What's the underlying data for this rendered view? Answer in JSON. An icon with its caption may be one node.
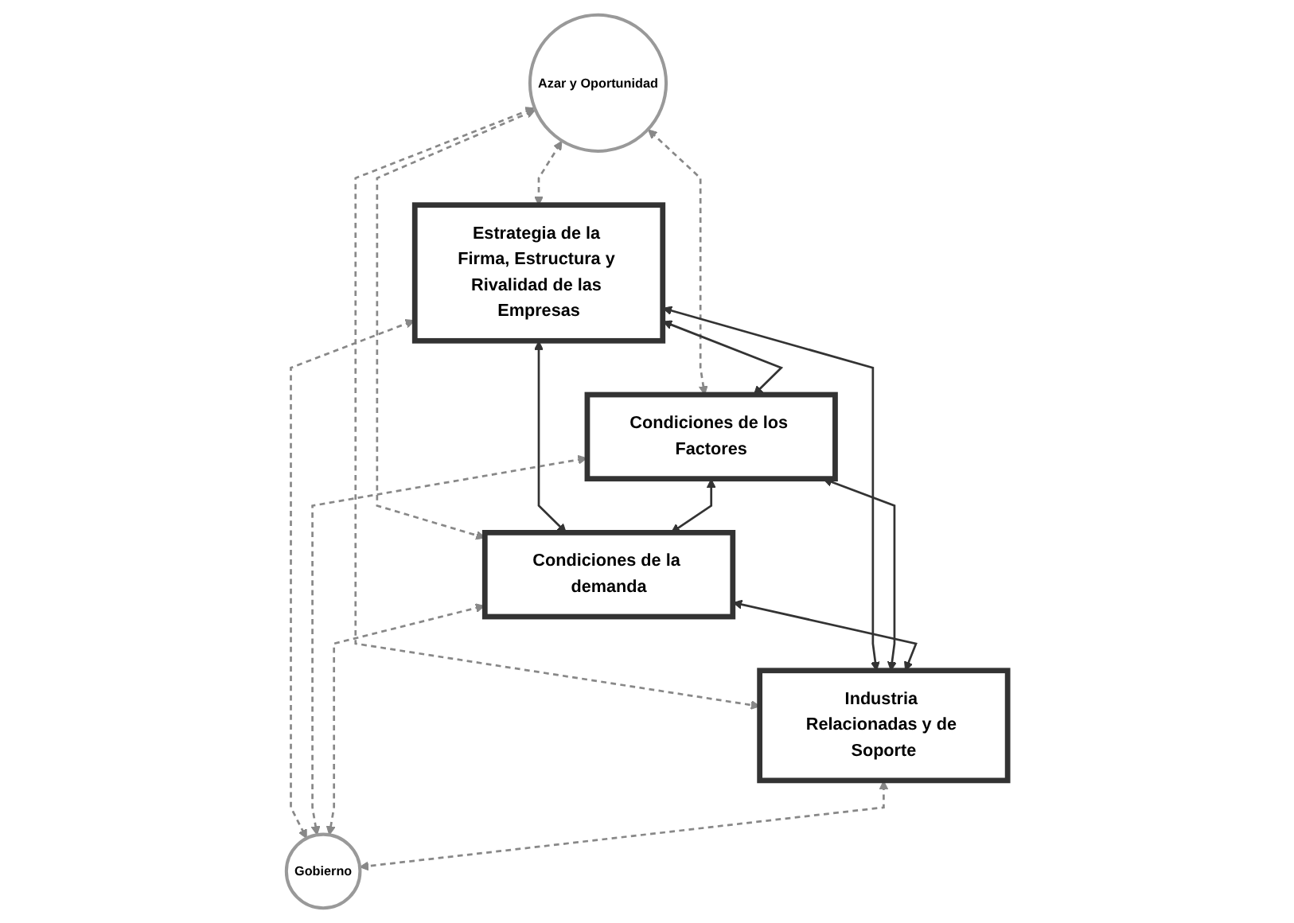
{
  "diagram": {
    "nodes": [
      {
        "text": [
          "Azar y Oportunidad"
        ]
      },
      {
        "text": [
          "Estrategia de la Firma, Estructura y Rivalidad de las Empresas"
        ]
      },
      {
        "text": [
          "Condiciones de los Factores"
        ]
      },
      {
        "text": [
          "Condiciones de la demanda"
        ]
      },
      {
        "text": [
          "Industria Relacionadas y de Soporte"
        ]
      },
      {
        "text": [
          "Gobierno"
        ]
      }
    ],
    "edges": [
      {
        "from": 0,
        "to": 1,
        "arrow": "both",
        "style": "dashed"
      },
      {
        "from": 0,
        "to": 2,
        "arrow": "both",
        "style": "dashed"
      },
      {
        "from": 0,
        "to": 3,
        "arrow": "both",
        "style": "dashed"
      },
      {
        "from": 0,
        "to": 4,
        "arrow": "both",
        "style": "dashed"
      },
      {
        "from": 1,
        "to": 2,
        "arrow": "both",
        "color": "#333333"
      },
      {
        "from": 1,
        "to": 3,
        "arrow": "both",
        "color": "#333333"
      },
      {
        "from": 1,
        "to": 4,
        "arrow": "both",
        "color": "#333333"
      },
      {
        "from": 1,
        "to": 5,
        "arrow": "both",
        "style": "dashed"
      },
      {
        "from": 2,
        "to": 3,
        "arrow": "both",
        "color": "#333333"
      },
      {
        "from": 2,
        "to": 4,
        "arrow": "both",
        "color": "#333333"
      },
      {
        "from": 2,
        "to": 5,
        "arrow": "both",
        "style": "dashed"
      },
      {
        "from": 3,
        "to": 4,
        "arrow": "both",
        "color": "#333333"
      },
      {
        "from": 3,
        "to": 5,
        "arrow": "both",
        "style": "dashed"
      },
      {
        "from": 4,
        "to": 5,
        "arrow": "both",
        "style": "dashed"
      }
    ]
  }
}
